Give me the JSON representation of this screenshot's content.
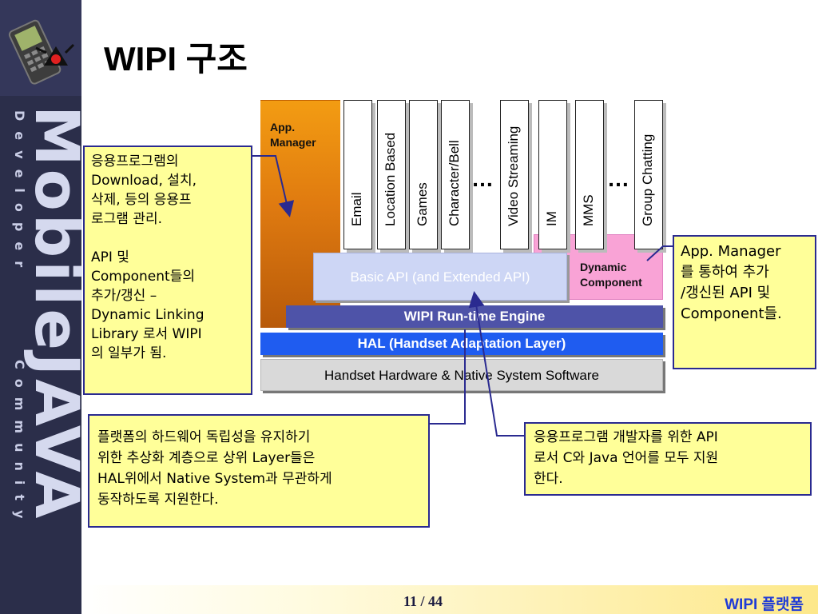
{
  "slide": {
    "title": "WIPI 구조",
    "page_number": "11 / 44",
    "footer_title": "WIPI 플랫폼"
  },
  "sidebar": {
    "brand_big": "MobileJAVA",
    "brand_dev": "Developer",
    "brand_com": "Community"
  },
  "diagram": {
    "app_manager": [
      "App.",
      "Manager"
    ],
    "applications": [
      "Email",
      "Location Based",
      "Games",
      "Character/Bell",
      "Video Streaming",
      "IM",
      "MMS",
      "Group Chatting"
    ],
    "ellipsis": "…",
    "dynamic_component": [
      "Dynamic",
      "Component"
    ],
    "basic_api": "Basic API (and Extended API)",
    "runtime_engine": "WIPI  Run-time Engine",
    "hal": "HAL (Handset Adaptation Layer)",
    "hardware": "Handset Hardware & Native System Software"
  },
  "callouts": {
    "left_para1": [
      "응용프로그램의",
      "Download, 설치,",
      "삭제, 등의 응용프",
      "로그램 관리."
    ],
    "left_para2": [
      "API 및",
      "Component들의",
      "추가/갱신 –",
      "Dynamic Linking",
      "Library 로서 WIPI",
      "의 일부가 됨."
    ],
    "right": [
      "App. Manager",
      "를 통하여 추가",
      "/갱신된 API 및",
      "Component들."
    ],
    "bottom_left": [
      "플랫폼의 하드웨어 독립성을 유지하기",
      "위한 추상화 계층으로 상위 Layer들은",
      "HAL위에서 Native System과 무관하게",
      "동작하도록 지원한다."
    ],
    "bottom_right": [
      "응용프로그램 개발자를 위한 API",
      "로서 C와 Java 언어를 모두 지원",
      "한다."
    ]
  },
  "colors": {
    "sidebar": "#2b2e4a",
    "callout_fill": "#ffff99",
    "callout_border": "#2a2a90",
    "runtime": "#4e53a8",
    "hal": "#1f5cf0",
    "dynamic_component": "#f9a3d6",
    "app_manager": "#f39c12"
  }
}
